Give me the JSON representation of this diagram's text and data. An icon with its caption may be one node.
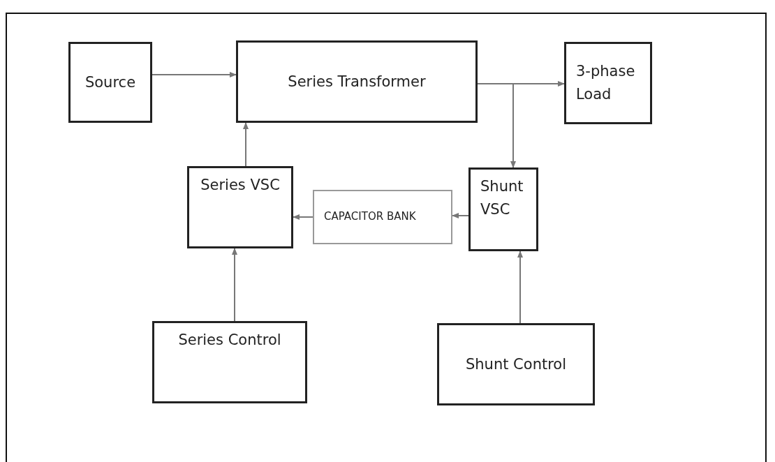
{
  "diagram": {
    "nodes": [
      {
        "text": [
          "Source"
        ]
      },
      {
        "text": [
          "Series Transformer"
        ]
      },
      {
        "text": [
          "3-phase Load"
        ]
      },
      {
        "text": [
          "Series VSC"
        ]
      },
      {
        "text": [
          "CAPACITOR BANK"
        ]
      },
      {
        "text": [
          "Shunt VSC"
        ]
      },
      {
        "text": [
          "Series Control"
        ]
      },
      {
        "text": [
          "Shunt Control"
        ]
      }
    ],
    "edges": [
      {
        "from": 0,
        "to": 1,
        "arrow": "to"
      },
      {
        "from": 1,
        "to": 2,
        "arrow": "to"
      },
      {
        "from": 1,
        "to": 5,
        "arrow": "to"
      },
      {
        "from": 3,
        "to": 1,
        "arrow": "to"
      },
      {
        "from": 4,
        "to": 3,
        "arrow": "to"
      },
      {
        "from": 5,
        "to": 4,
        "arrow": "to"
      },
      {
        "from": 6,
        "to": 3,
        "arrow": "to"
      },
      {
        "from": 7,
        "to": 5,
        "arrow": "to"
      }
    ]
  }
}
